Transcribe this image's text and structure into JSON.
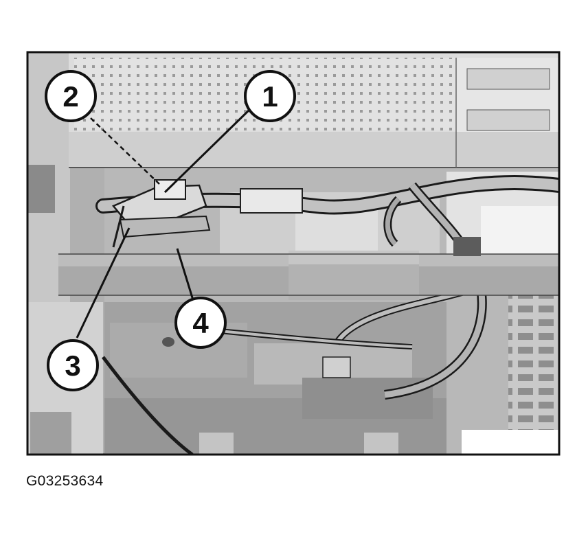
{
  "callouts": [
    "1",
    "2",
    "3",
    "4"
  ],
  "caption": "G03253634",
  "colors": {
    "background": "#ffffff",
    "panel": "#b7b7b7",
    "component_light": "#d6d6d6",
    "component_mid": "#a6a6a6",
    "component_dark": "#8d8d8d",
    "outline": "#1a1a1a"
  }
}
